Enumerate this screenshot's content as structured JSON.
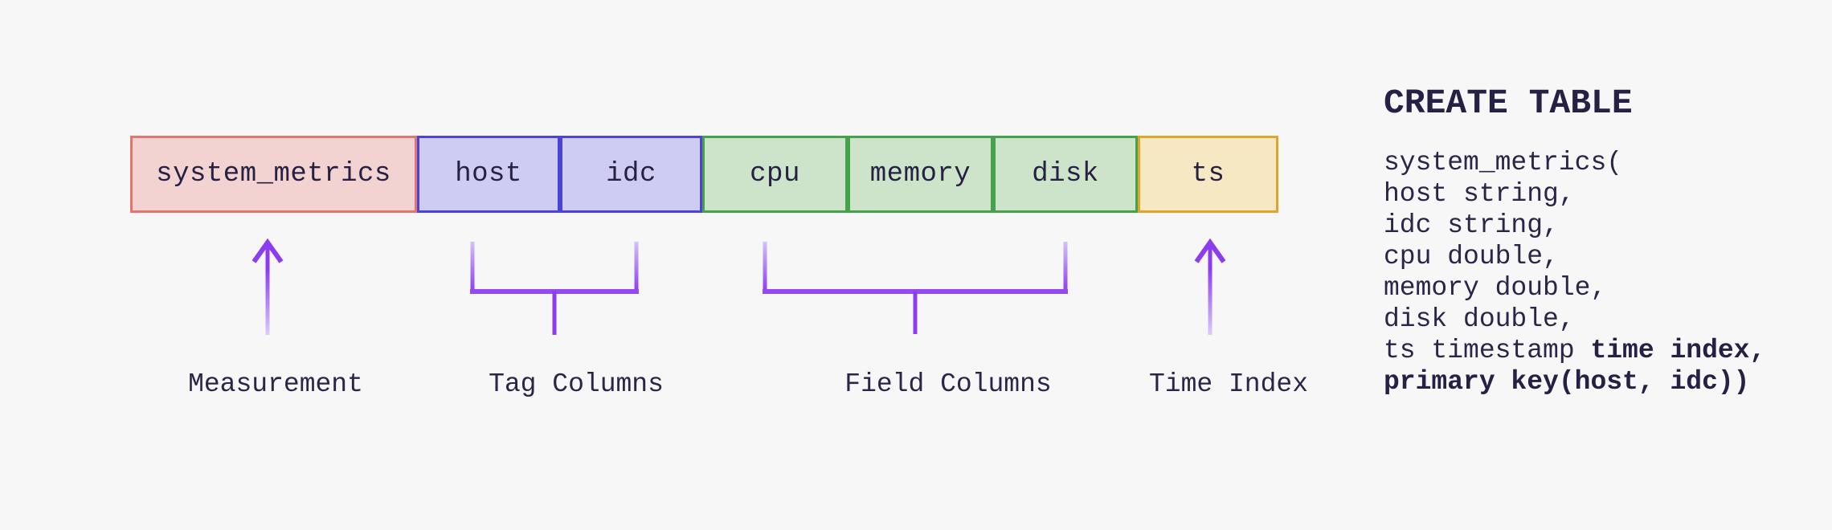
{
  "table_bar": {
    "boxes": [
      {
        "label": "system_metrics",
        "role": "measurement"
      },
      {
        "label": "host",
        "role": "tag"
      },
      {
        "label": "idc",
        "role": "tag"
      },
      {
        "label": "cpu",
        "role": "field"
      },
      {
        "label": "memory",
        "role": "field"
      },
      {
        "label": "disk",
        "role": "field"
      },
      {
        "label": "ts",
        "role": "time"
      }
    ]
  },
  "annotations": {
    "measurement": {
      "label": "Measurement",
      "marker": "up-arrow"
    },
    "tag": {
      "label": "Tag Columns",
      "marker": "bracket"
    },
    "field": {
      "label": "Field Columns",
      "marker": "bracket"
    },
    "time": {
      "label": "Time Index",
      "marker": "up-arrow"
    }
  },
  "sql": {
    "heading": "CREATE TABLE",
    "lines": [
      {
        "segments": [
          {
            "text": "system_metrics(",
            "bold": false
          }
        ]
      },
      {
        "segments": [
          {
            "text": "host string,",
            "bold": false
          }
        ]
      },
      {
        "segments": [
          {
            "text": "idc string,",
            "bold": false
          }
        ]
      },
      {
        "segments": [
          {
            "text": "cpu double,",
            "bold": false
          }
        ]
      },
      {
        "segments": [
          {
            "text": "memory double,",
            "bold": false
          }
        ]
      },
      {
        "segments": [
          {
            "text": "disk double,",
            "bold": false
          }
        ]
      },
      {
        "segments": [
          {
            "text": "ts timestamp ",
            "bold": false
          },
          {
            "text": "time index,",
            "bold": true
          }
        ]
      },
      {
        "segments": [
          {
            "text": "primary key(host, idc))",
            "bold": true
          }
        ]
      }
    ]
  },
  "colors": {
    "background": "#f7f7f8",
    "text": "#2b2548",
    "measurement_fill": "#f2d3d1",
    "measurement_border": "#e2756c",
    "tag_fill": "#cfccf4",
    "tag_border": "#4b42da",
    "field_fill": "#cde4cb",
    "field_border": "#46a14b",
    "time_fill": "#f5e8c3",
    "time_border": "#dfa62b",
    "arrow_purple": "#8c3df0",
    "bracket_purple": "#9549f1",
    "purple_fade": "#d9cbf8"
  }
}
